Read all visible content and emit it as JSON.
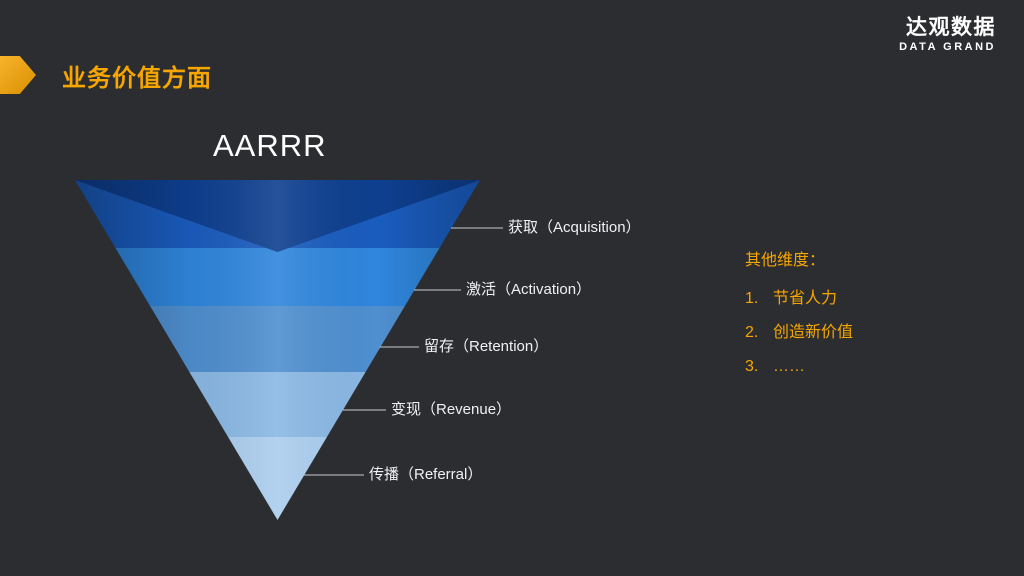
{
  "header": {
    "title": "业务价值方面",
    "logo": {
      "name": "达观数据",
      "subtitle": "DATA GRAND"
    }
  },
  "funnel": {
    "title": "AARRR",
    "top_face_color": "#0e3f8f",
    "stages": [
      {
        "label": "获取（Acquisition）",
        "color": "#1a5cbe"
      },
      {
        "label": "激活（Activation）",
        "color": "#2f86dd"
      },
      {
        "label": "留存（Retention）",
        "color": "#4f8fd0"
      },
      {
        "label": "变现（Revenue）",
        "color": "#8ab8e4"
      },
      {
        "label": "传播（Referral）",
        "color": "#aacdee"
      }
    ]
  },
  "side_panel": {
    "heading": "其他维度：",
    "items": [
      {
        "number": "1.",
        "text": "节省人力"
      },
      {
        "number": "2.",
        "text": "创造新价值"
      },
      {
        "number": "3.",
        "text": "……"
      }
    ]
  },
  "colors": {
    "accent": "#f7a600",
    "background": "#2c2d30",
    "text": "#f0f1f3"
  }
}
